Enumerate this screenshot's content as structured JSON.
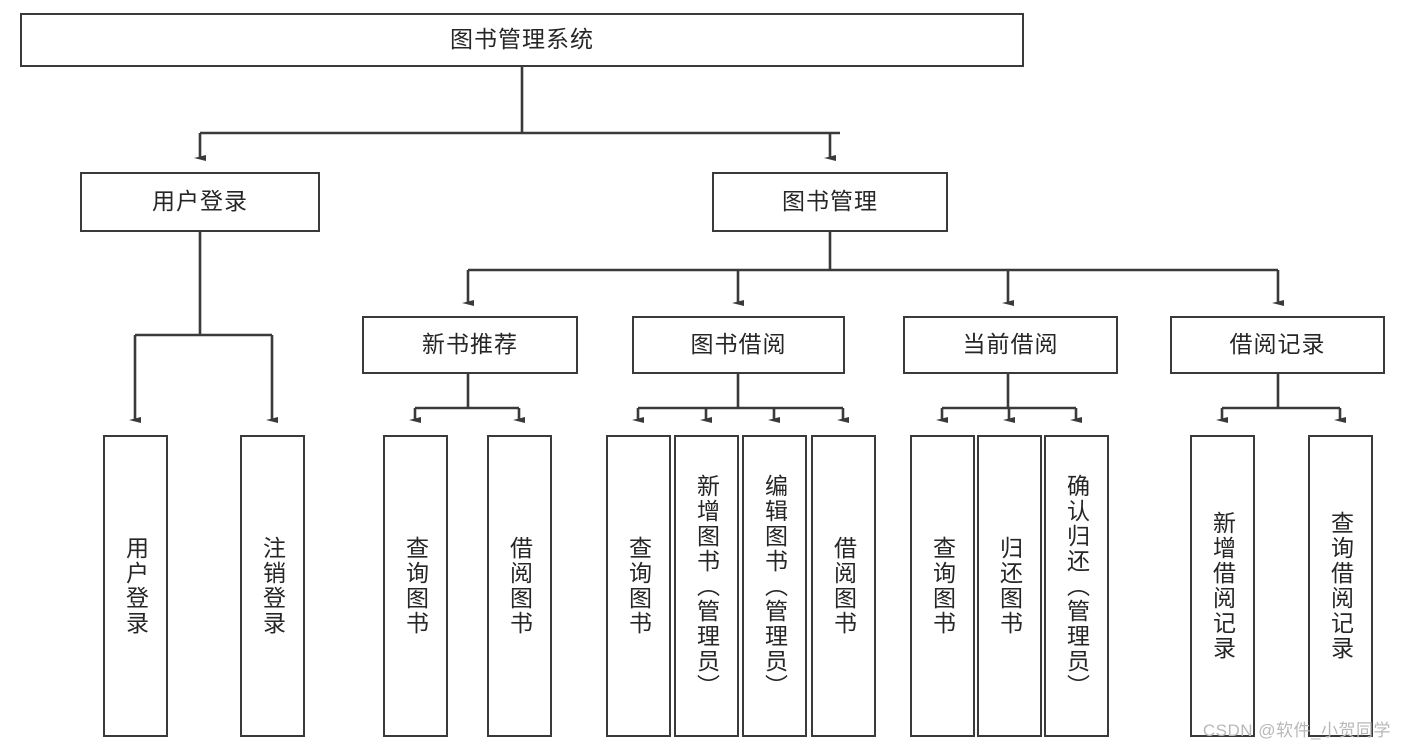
{
  "diagram": {
    "title": "图书管理系统",
    "type": "tree",
    "root": {
      "label": "图书管理系统"
    },
    "level2": [
      {
        "label": "用户登录"
      },
      {
        "label": "图书管理"
      }
    ],
    "level3": [
      {
        "label": "新书推荐"
      },
      {
        "label": "图书借阅"
      },
      {
        "label": "当前借阅"
      },
      {
        "label": "借阅记录"
      }
    ],
    "leaves": {
      "user_login": [
        {
          "label": "用户登录"
        },
        {
          "label": "注销登录"
        }
      ],
      "new_book_recommend": [
        {
          "label": "查询图书"
        },
        {
          "label": "借阅图书"
        }
      ],
      "book_borrow": [
        {
          "label": "查询图书"
        },
        {
          "label": "新增图书（管理员）"
        },
        {
          "label": "编辑图书（管理员）"
        },
        {
          "label": "借阅图书"
        }
      ],
      "current_borrow": [
        {
          "label": "查询图书"
        },
        {
          "label": "归还图书"
        },
        {
          "label": "确认归还（管理员）"
        }
      ],
      "borrow_record": [
        {
          "label": "新增借阅记录"
        },
        {
          "label": "查询借阅记录"
        }
      ]
    }
  },
  "watermark": {
    "text": "CSDN @软件_小贺同学"
  },
  "colors": {
    "stroke": "#3a3a3a",
    "text": "#262626",
    "background": "#ffffff",
    "watermark": "#b8b8b8"
  }
}
